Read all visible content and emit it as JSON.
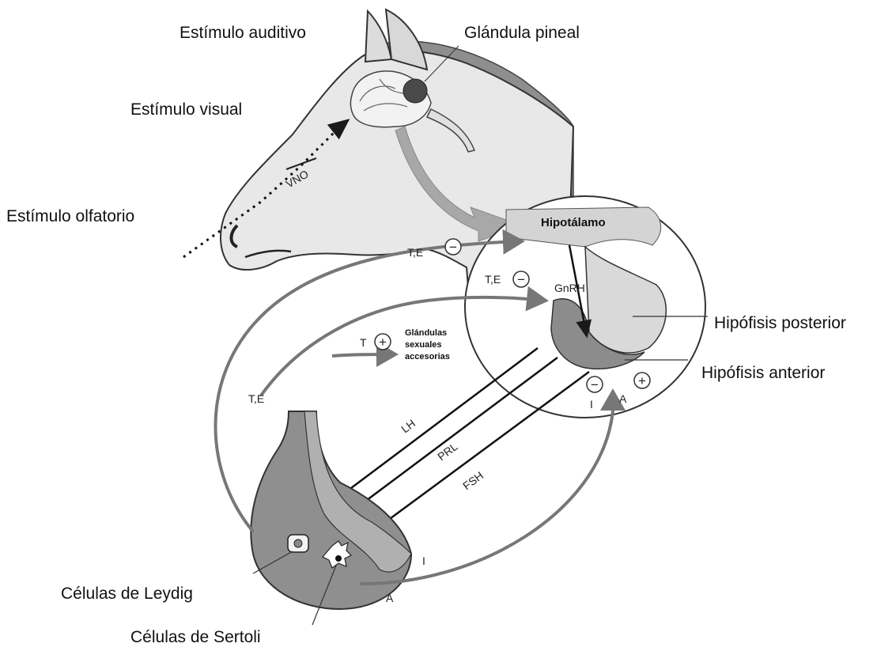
{
  "labels": {
    "stimulus_auditory": "Estímulo auditivo",
    "pineal_gland": "Glándula  pineal",
    "stimulus_visual": "Estímulo visual",
    "stimulus_olfactory": "Estímulo olfatorio",
    "vno": "VNO",
    "hypothalamus": "Hipotálamo",
    "gnrh": "GnRH",
    "posterior_pituitary": "Hipófisis posterior",
    "anterior_pituitary": "Hipófisis anterior",
    "accessory_glands": "Glándulas sexuales accesorias",
    "leydig_cells": "Células de Leydig",
    "sertoli_cells": "Células de Sertoli",
    "lh": "LH",
    "prl": "PRL",
    "fsh": "FSH",
    "te_1": "T,E",
    "te_2": "T,E",
    "te_3": "T,E",
    "t": "T",
    "i_pituitary": "I",
    "a_pituitary": "A",
    "i_testis": "I",
    "a_testis": "A"
  },
  "signs": {
    "minus_head": "−",
    "minus_pituitary": "−",
    "plus_glands": "+",
    "minus_inhibin": "−",
    "plus_activin": "+"
  },
  "colors": {
    "organ_dark": "#8c8c8c",
    "organ_mid": "#a9a9a9",
    "organ_light": "#d6d6d6",
    "arrow_grey": "#7a7a7a",
    "line": "#222222"
  }
}
